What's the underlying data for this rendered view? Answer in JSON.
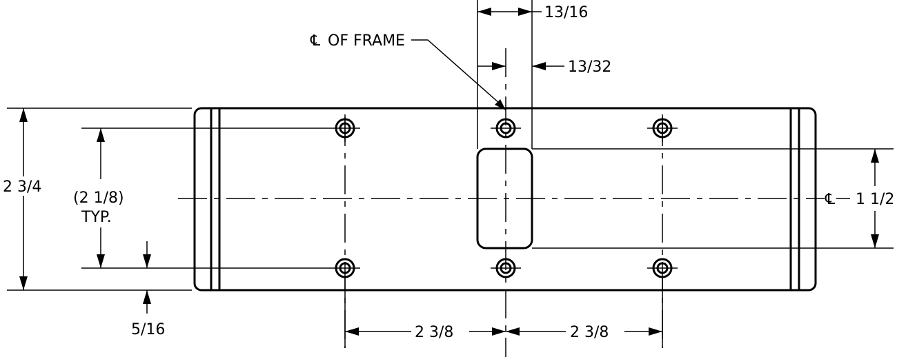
{
  "labels": {
    "top_width": "13/16",
    "frame_center": "OF FRAME",
    "frame_center_symbol": "℄",
    "top_offset": "13/32",
    "overall_height": "2 3/4",
    "hole_spacing": "(2 1/8)",
    "hole_spacing_note": "TYP.",
    "right_centerline_symbol": "℄",
    "slot_height": "1 1/2",
    "edge_offset": "5/16",
    "left_spacing": "2 3/8",
    "right_spacing": "2 3/8"
  }
}
